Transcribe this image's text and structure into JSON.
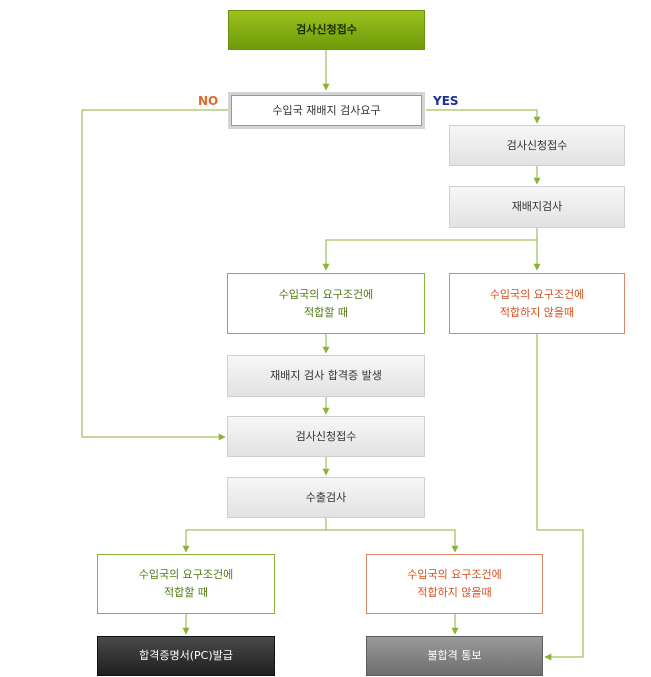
{
  "nodes": {
    "top": "검사신청접수",
    "requirement": "수입국 재배지 검사요구",
    "yes_apply": "검사신청접수",
    "field_inspection": "재배지검사",
    "fit1_line1": "수입국의 요구조건에",
    "fit1_line2": "적합할 때",
    "unfit1_line1": "수입국의 요구조건에",
    "unfit1_line2": "적합하지 않을때",
    "cert_issue": "재배지 검사 합격증 발생",
    "apply2": "검사신청접수",
    "export_inspection": "수출검사",
    "fit2_line1": "수입국의 요구조건에",
    "fit2_line2": "적합할 때",
    "unfit2_line1": "수입국의 요구조건에",
    "unfit2_line2": "적합하지 않을때",
    "pc_issue": "합격증명서(PC)발급",
    "fail_notice": "불합격 통보"
  },
  "labels": {
    "no": "NO",
    "yes": "YES"
  },
  "colors": {
    "arrow": "#8bb33a",
    "green": "#6f9a0a",
    "red": "#d4501c"
  }
}
